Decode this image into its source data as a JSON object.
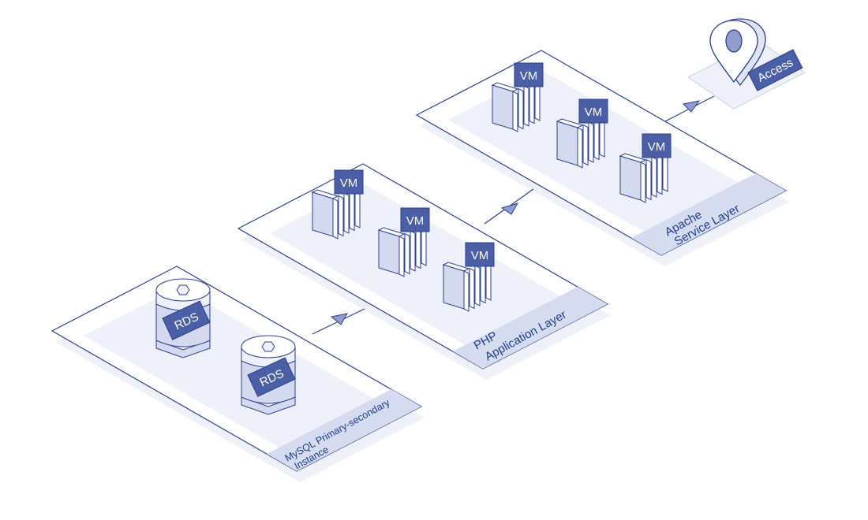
{
  "access": {
    "label": "Access"
  },
  "layers": [
    {
      "id": "apache",
      "label_lines": [
        "Apache",
        "Service Layer"
      ],
      "node_type": "VM",
      "node_labels": [
        "VM",
        "VM",
        "VM"
      ]
    },
    {
      "id": "php",
      "label_lines": [
        "PHP",
        "Application Layer"
      ],
      "node_type": "VM",
      "node_labels": [
        "VM",
        "VM",
        "VM"
      ]
    },
    {
      "id": "mysql",
      "label_lines": [
        "MySQL Primary-secondary",
        "Instance"
      ],
      "node_type": "RDS",
      "node_labels": [
        "RDS",
        "RDS"
      ]
    }
  ],
  "colors": {
    "outline": "#2b3f8f",
    "tag_fill": "#4a5fa6",
    "label_band": "#d6dcef",
    "plate_inner": "#eef1f9",
    "plate_shadow": "#e2e7f4",
    "node_fill": "#d3d9ee",
    "node_side": "#ffffff",
    "line": "#2b3f8f"
  }
}
